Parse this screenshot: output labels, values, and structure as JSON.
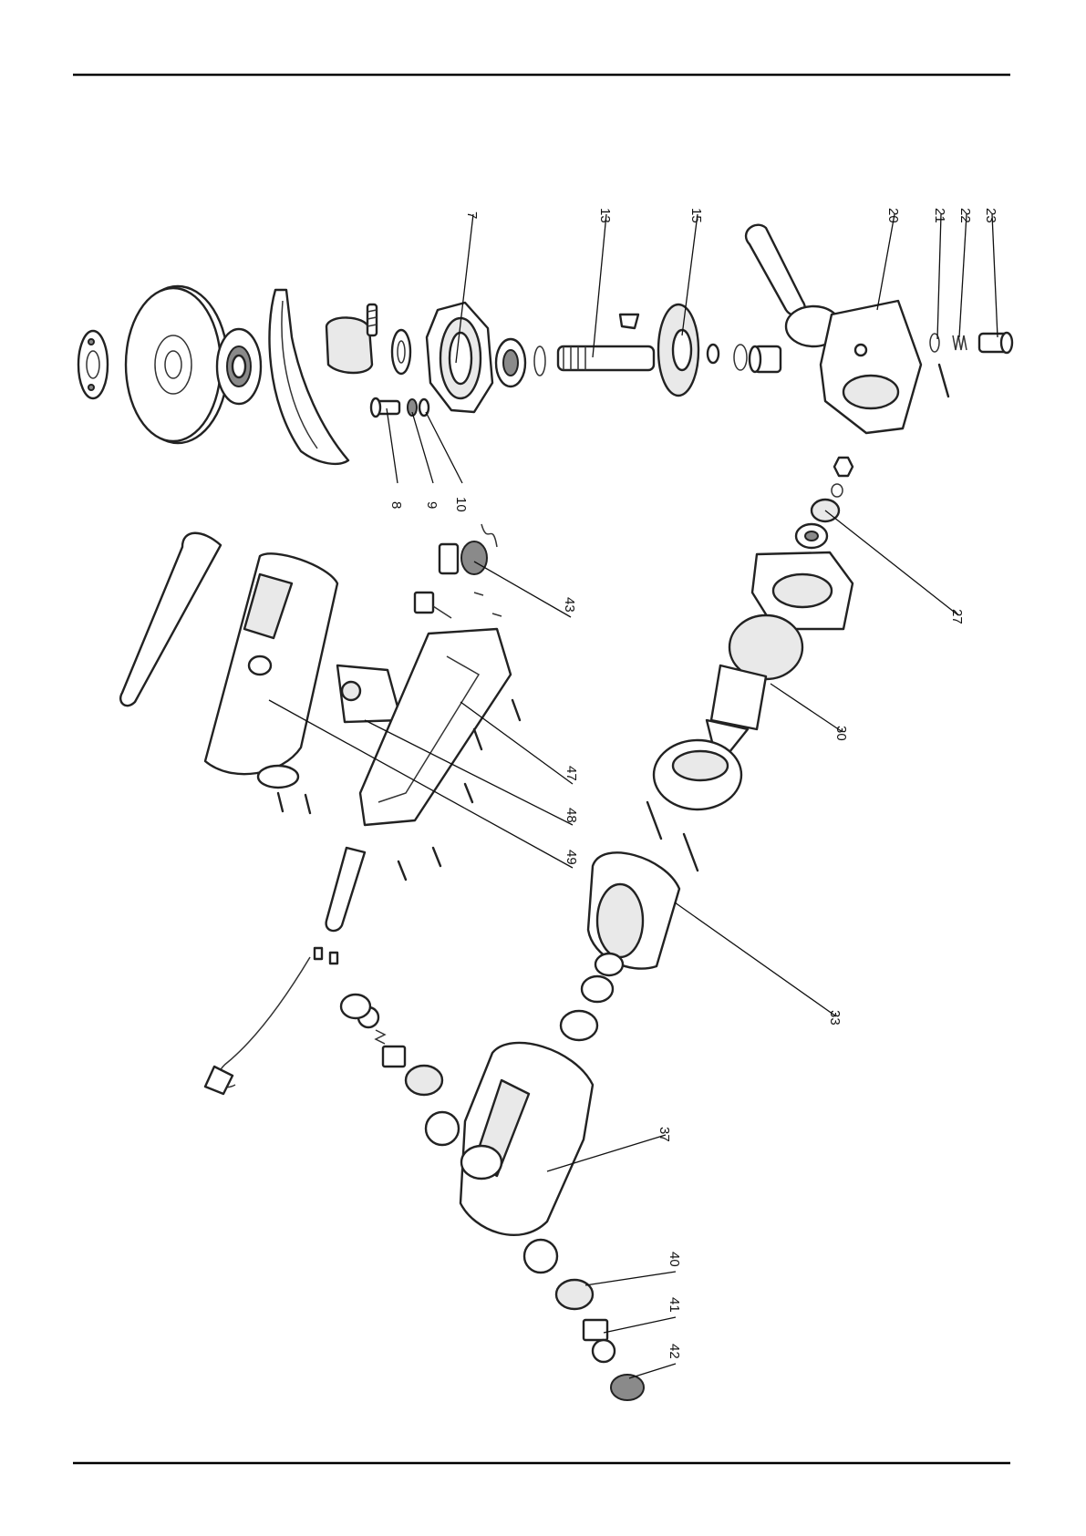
{
  "callouts": [
    "7",
    "8",
    "9",
    "10",
    "13",
    "15",
    "20",
    "21",
    "22",
    "23",
    "27",
    "30",
    "33",
    "37",
    "40",
    "41",
    "42",
    "43",
    "47",
    "48",
    "49"
  ]
}
